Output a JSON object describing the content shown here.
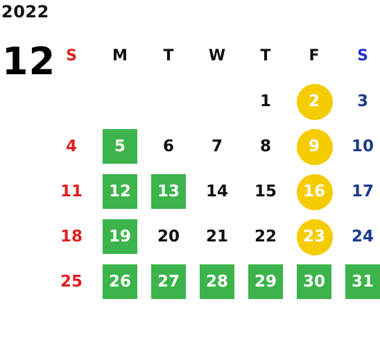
{
  "header": {
    "year": "2022",
    "month": "12"
  },
  "weekdays": [
    "S",
    "M",
    "T",
    "W",
    "T",
    "F",
    "S"
  ],
  "weeks": [
    [
      null,
      null,
      null,
      null,
      {
        "d": "1",
        "type": "normal"
      },
      {
        "d": "2",
        "type": "yellow"
      },
      {
        "d": "3",
        "type": "sat"
      }
    ],
    [
      {
        "d": "4",
        "type": "sun"
      },
      {
        "d": "5",
        "type": "green"
      },
      {
        "d": "6",
        "type": "normal"
      },
      {
        "d": "7",
        "type": "normal"
      },
      {
        "d": "8",
        "type": "normal"
      },
      {
        "d": "9",
        "type": "yellow"
      },
      {
        "d": "10",
        "type": "sat"
      }
    ],
    [
      {
        "d": "11",
        "type": "sun"
      },
      {
        "d": "12",
        "type": "green"
      },
      {
        "d": "13",
        "type": "green"
      },
      {
        "d": "14",
        "type": "normal"
      },
      {
        "d": "15",
        "type": "normal"
      },
      {
        "d": "16",
        "type": "yellow"
      },
      {
        "d": "17",
        "type": "sat"
      }
    ],
    [
      {
        "d": "18",
        "type": "sun"
      },
      {
        "d": "19",
        "type": "green"
      },
      {
        "d": "20",
        "type": "normal"
      },
      {
        "d": "21",
        "type": "normal"
      },
      {
        "d": "22",
        "type": "normal"
      },
      {
        "d": "23",
        "type": "yellow"
      },
      {
        "d": "24",
        "type": "sat"
      }
    ],
    [
      {
        "d": "25",
        "type": "sun"
      },
      {
        "d": "26",
        "type": "green"
      },
      {
        "d": "27",
        "type": "green"
      },
      {
        "d": "28",
        "type": "green"
      },
      {
        "d": "29",
        "type": "green"
      },
      {
        "d": "30",
        "type": "green"
      },
      {
        "d": "31",
        "type": "green"
      }
    ]
  ],
  "colors": {
    "sunday": "#dd2020",
    "saturday": "#1a3a8c",
    "highlight_green": "#3cb44b",
    "highlight_yellow": "#f5cc00",
    "text": "#111111"
  }
}
